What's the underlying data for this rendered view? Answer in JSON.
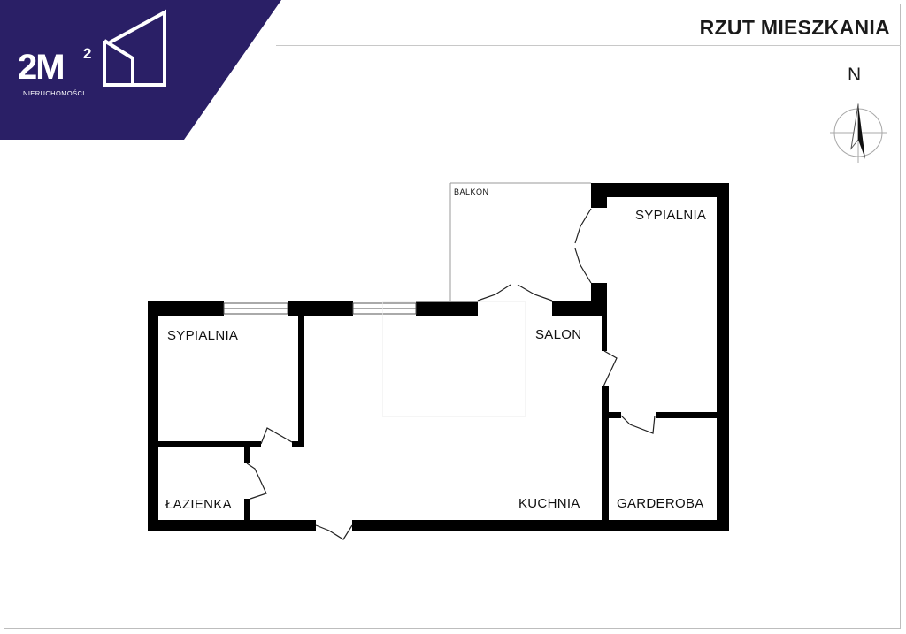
{
  "header": {
    "title": "RZUT MIESZKANIA",
    "north_label": "N"
  },
  "logo": {
    "main": "2M",
    "superscript": "2",
    "tagline": "NIERUCHOMOŚCI",
    "brand_color": "#2a1f66"
  },
  "rooms": {
    "balkon": "BALKON",
    "sypialnia_right": "SYPIALNIA",
    "sypialnia_left": "SYPIALNIA",
    "salon": "SALON",
    "lazienka": "ŁAZIENKA",
    "kuchnia": "KUCHNIA",
    "garderoba": "GARDEROBA"
  },
  "colors": {
    "wall": "#000000",
    "thin_line": "#9a9a9a",
    "window": "#ffffff"
  }
}
